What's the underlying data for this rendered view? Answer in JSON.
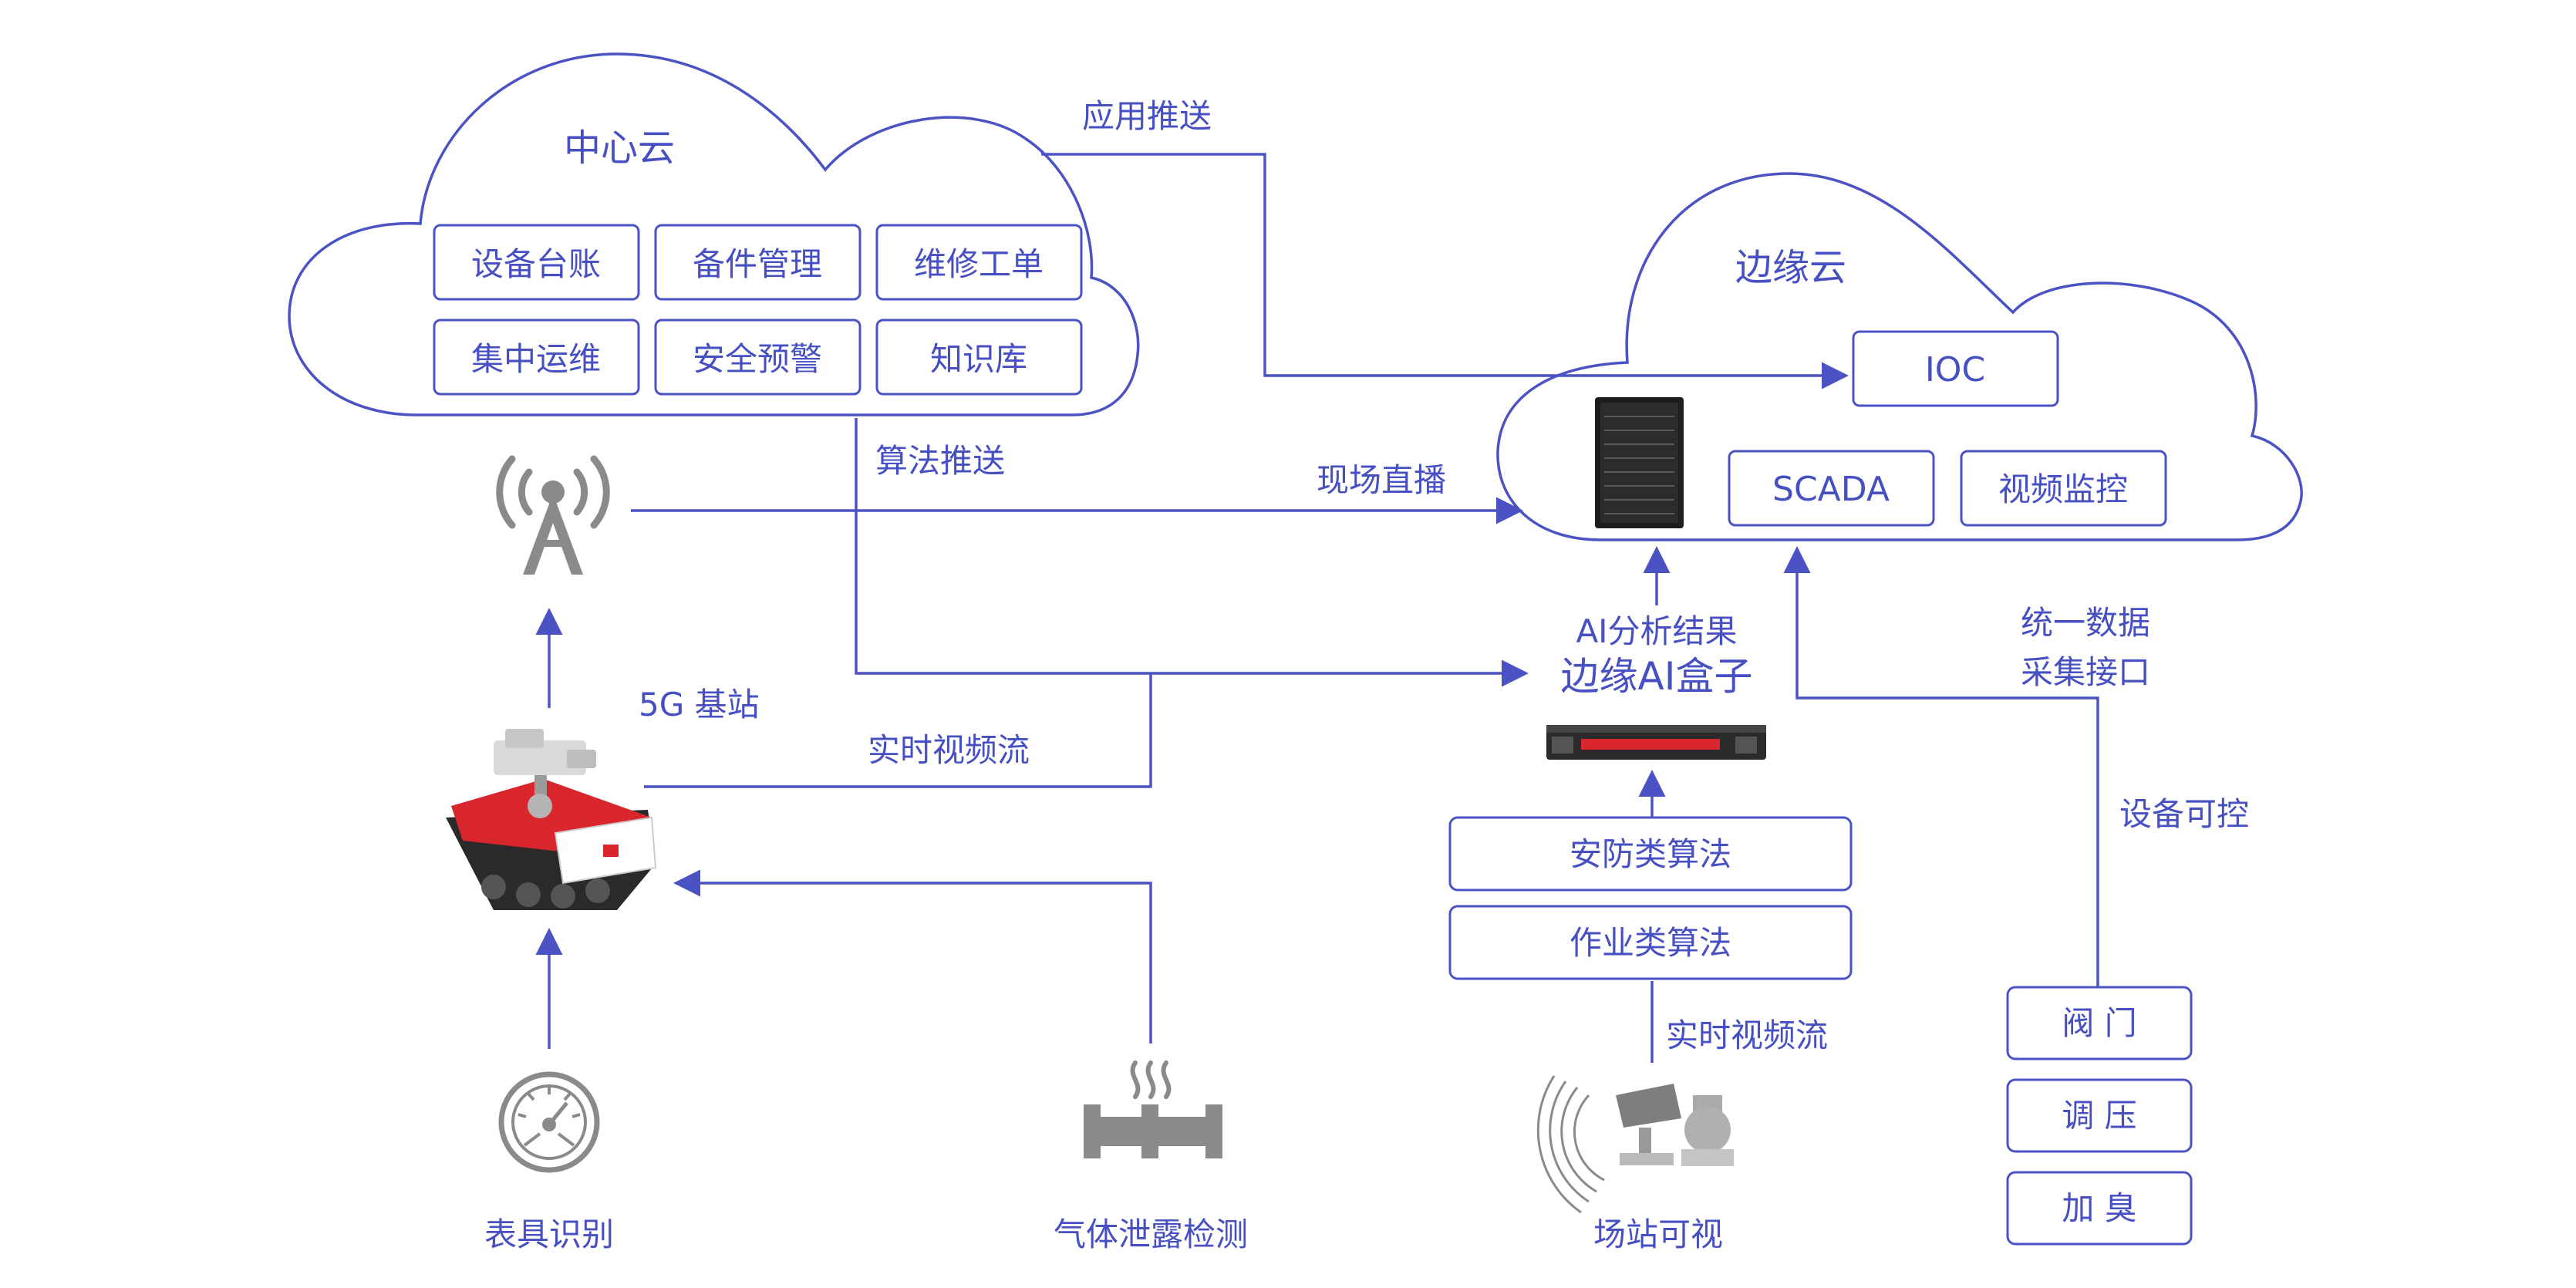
{
  "center_cloud": {
    "title": "中心云",
    "modules": [
      "设备台账",
      "备件管理",
      "维修工单",
      "集中运维",
      "安全预警",
      "知识库"
    ]
  },
  "edge_cloud": {
    "title": "边缘云",
    "ioc": "IOC",
    "scada": "SCADA",
    "video_monitor": "视频监控"
  },
  "labels": {
    "app_push": "应用推送",
    "algo_push": "算法推送",
    "live_stream": "现场直播",
    "base_station": "5G 基站",
    "realtime_video_robot": "实时视频流",
    "ai_result": "AI分析结果",
    "edge_ai_box": "边缘AI盒子",
    "unified_data_line1": "统一数据",
    "unified_data_line2": "采集接口",
    "device_control": "设备可控",
    "realtime_video_camera": "实时视频流"
  },
  "algorithms": [
    "安防类算法",
    "作业类算法"
  ],
  "devices": [
    "阀 门",
    "调 压",
    "加 臭"
  ],
  "bottom_labels": {
    "meter": "表具识别",
    "gas_leak": "气体泄露检测",
    "station_view": "场站可视"
  },
  "colors": {
    "accent": "#4a52c4",
    "robot_red": "#d8262c",
    "icon_gray": "#8a8a8a"
  },
  "icons": [
    "antenna-icon",
    "robot-icon",
    "meter-icon",
    "gas-pipe-icon",
    "camera-icon",
    "server-rack-icon",
    "ai-box-server-icon"
  ]
}
